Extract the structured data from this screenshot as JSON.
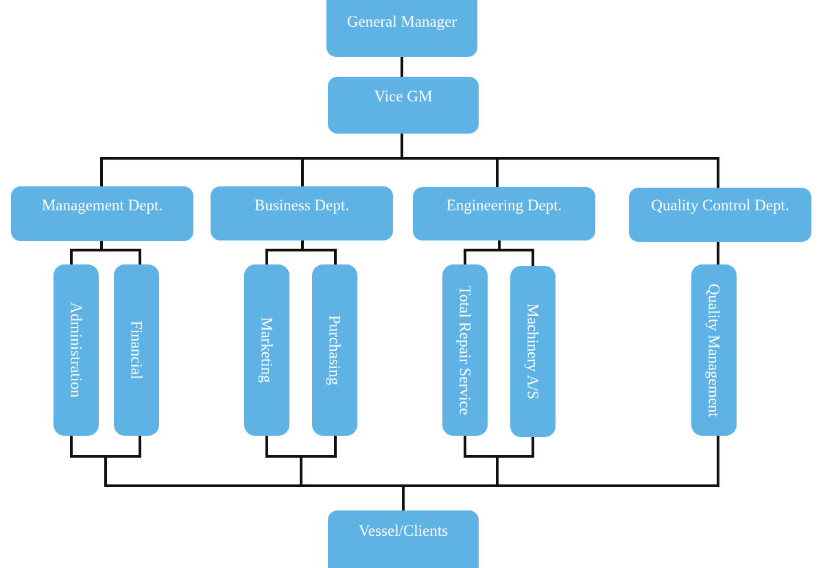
{
  "colors": {
    "box_fill": "#5eb3e4",
    "box_text": "#ffffff",
    "connector": "#111111"
  },
  "top": {
    "general_manager": "General Manager",
    "vice_gm": "Vice GM"
  },
  "departments": {
    "management": "Management Dept.",
    "business": "Business Dept.",
    "engineering": "Engineering Dept.",
    "quality_control": "Quality Control Dept."
  },
  "sub_units": {
    "administration": "Administration",
    "financial": "Financial",
    "marketing": "Marketing",
    "purchasing": "Purchasing",
    "total_repair_service": "Total Repair Service",
    "machinery_as": "Machinery A/S",
    "quality_management": "Quality Management"
  },
  "bottom": {
    "vessel_clients": "Vessel/Clients"
  }
}
